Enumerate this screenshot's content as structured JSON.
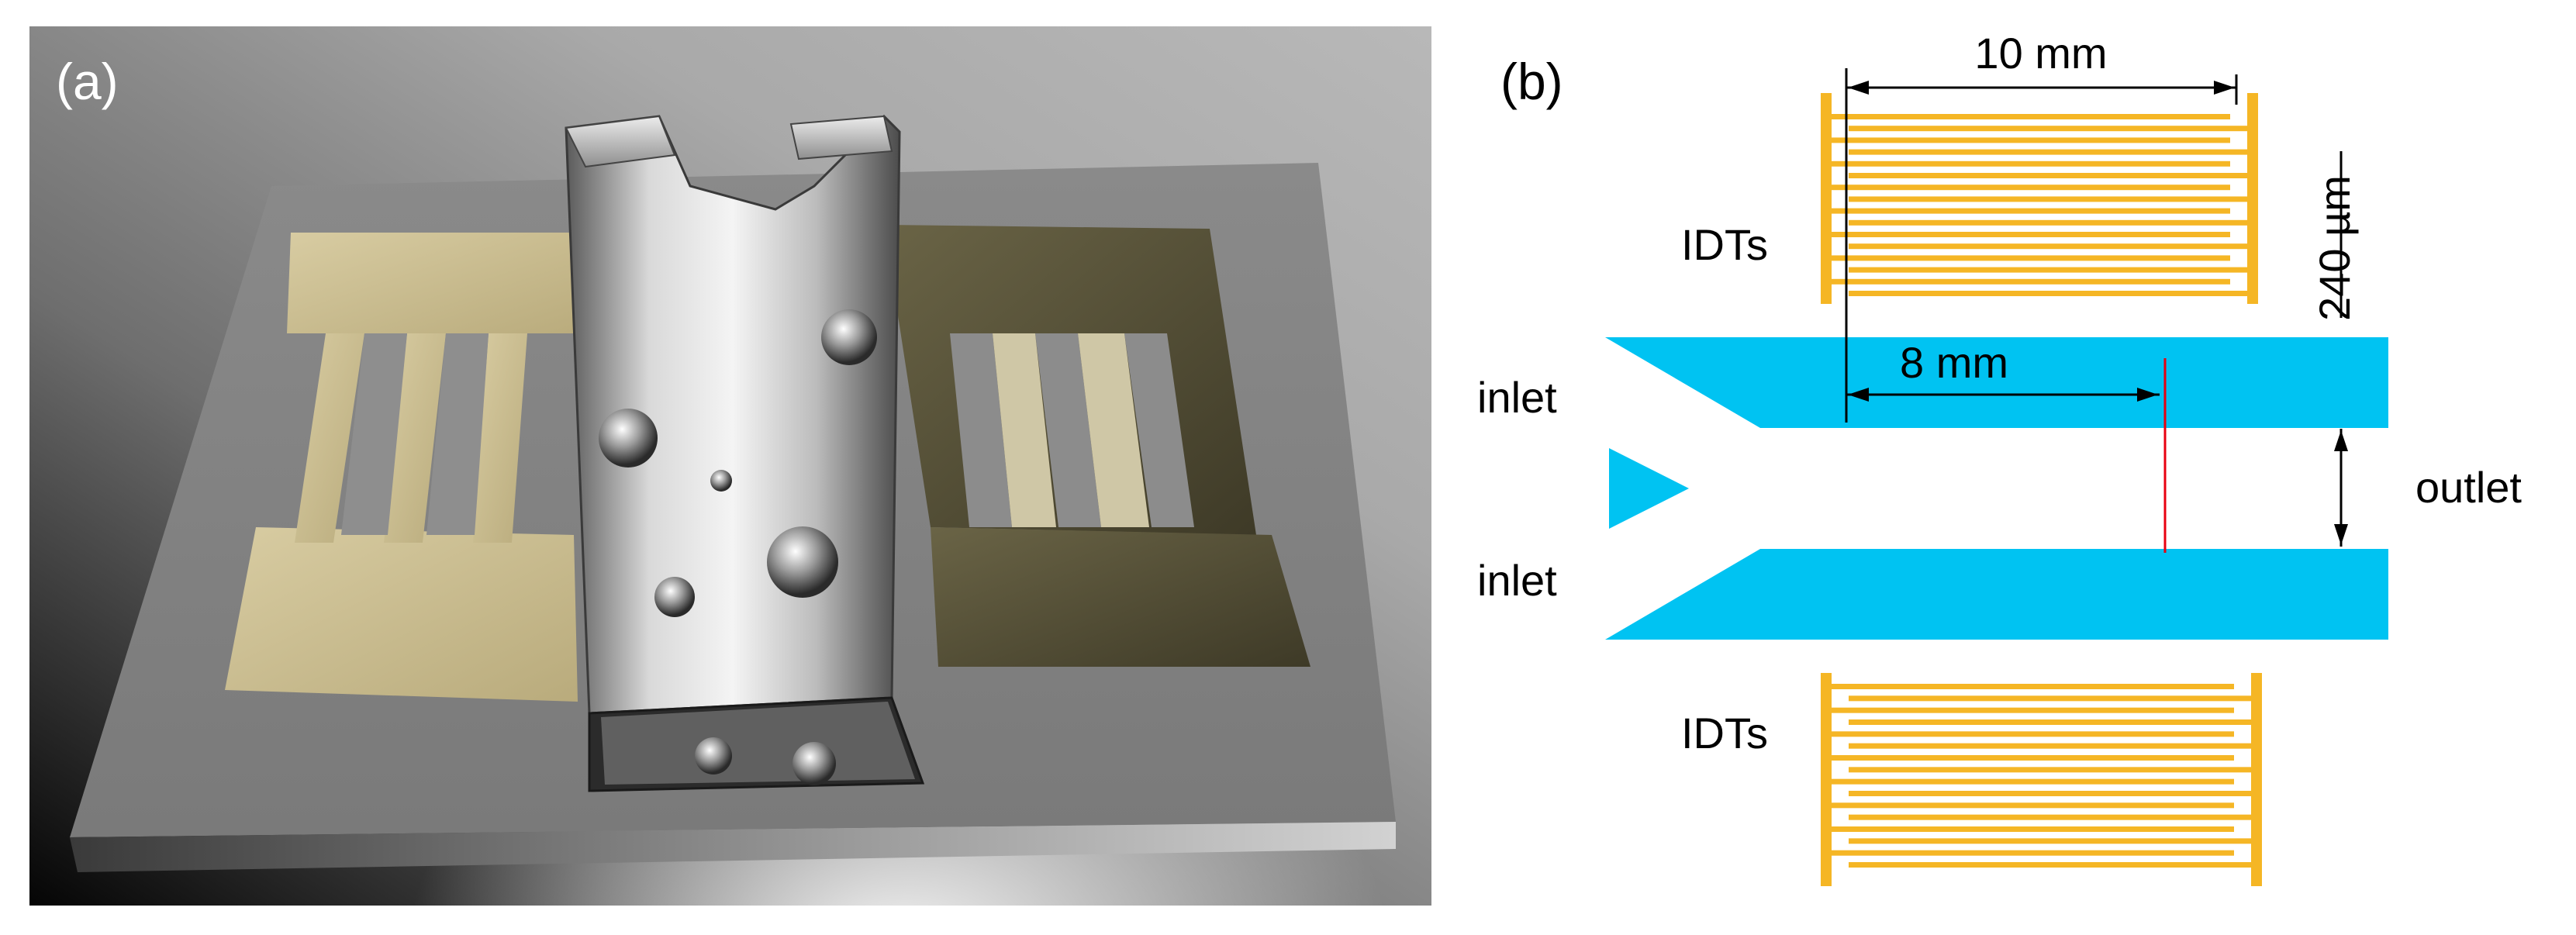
{
  "panel_a": {
    "label": "(a)"
  },
  "panel_b": {
    "label": "(b)",
    "idts_top_label": "IDTs",
    "idts_bottom_label": "IDTs",
    "inlet_top_label": "inlet",
    "inlet_bottom_label": "inlet",
    "outlet_label": "outlet",
    "dim_10mm": "10 mm",
    "dim_8mm": "8 mm",
    "dim_240um": "240 µm"
  },
  "colors": {
    "electrode_gold": "#f5b625",
    "channel_blue": "#00c3f2",
    "marker_red": "#e8000f",
    "electrode_render_beige": "#cdbf93",
    "electrode_render_dark": "#4b4631"
  }
}
